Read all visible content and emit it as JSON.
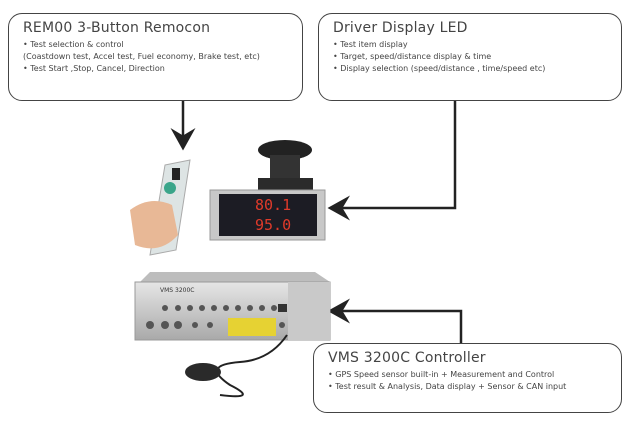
{
  "remocon": {
    "title": "REM00   3-Button Remocon",
    "lines": [
      "• Test selection & control",
      "(Coastdown test, Accel test, Fuel economy, Brake test, etc)",
      "• Test Start ,Stop, Cancel, Direction"
    ]
  },
  "display": {
    "title": "Driver Display LED",
    "lines": [
      "• Test item display",
      "• Target, speed/distance display & time",
      "• Display selection (speed/distance , time/speed etc)"
    ],
    "readout_top": "80.1",
    "readout_bottom": "95.0"
  },
  "controller": {
    "title": "VMS 3200C Controller",
    "lines": [
      "• GPS Speed sensor built-in + Measurement and Control",
      "• Test result & Analysis, Data display + Sensor  & CAN input"
    ],
    "label": "VMS 3200C"
  }
}
